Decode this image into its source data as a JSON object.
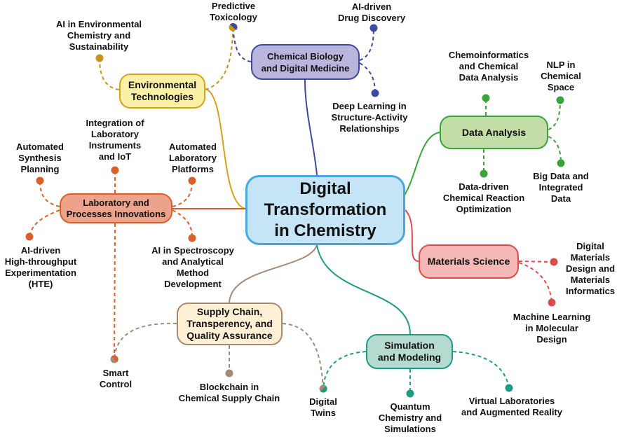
{
  "center": {
    "label": "Digital\nTransformation\nin Chemistry",
    "fill": "#c5e4f6",
    "stroke": "#4aa6de"
  },
  "branches": {
    "chem_bio": {
      "label": "Chemical Biology\nand Digital Medicine",
      "fill": "#b9b5dc",
      "stroke": "#3f4a9e",
      "leaves": [
        "AI-driven\nDrug Discovery",
        "Deep Learning in\nStructure-Activity\nRelationships"
      ]
    },
    "env": {
      "label": "Environmental\nTechnologies",
      "fill": "#fbf1a6",
      "stroke": "#d4a21b",
      "leaves": [
        "AI in Environmental\nChemistry and\nSustainability",
        "Predictive\nToxicology"
      ]
    },
    "lab": {
      "label": "Laboratory and\nProcesses Innovations",
      "fill": "#eda38b",
      "stroke": "#d9602b",
      "leaves": [
        "Automated\nSynthesis\nPlanning",
        "Integration of\nLaboratory\nInstruments\nand IoT",
        "Automated\nLaboratory\nPlatforms",
        "AI-driven\nHigh-throughput\nExperimentation\n(HTE)",
        "AI in Spectroscopy\nand Analytical\nMethod\nDevelopment",
        "Smart\nControl"
      ]
    },
    "data": {
      "label": "Data Analysis",
      "fill": "#c2dea6",
      "stroke": "#3aa43c",
      "leaves": [
        "Chemoinformatics\nand Chemical\nData Analysis",
        "NLP in\nChemical\nSpace",
        "Big Data and\nIntegrated\nData",
        "Data-driven\nChemical Reaction\nOptimization"
      ]
    },
    "materials": {
      "label": "Materials Science",
      "fill": "#f6b7b7",
      "stroke": "#dd4c4c",
      "leaves": [
        "Digital Materials\nDesign and\nMaterials\nInformatics",
        "Machine Learning\nin Molecular Design"
      ]
    },
    "supply": {
      "label": "Supply Chain,\nTransperency, and\nQuality Assurance",
      "fill": "#fdf0d5",
      "stroke": "#a58a78",
      "leaves": [
        "Blockchain in\nChemical Supply Chain",
        "Digital\nTwins"
      ]
    },
    "sim": {
      "label": "Simulation\nand Modeling",
      "fill": "#b5dbd0",
      "stroke": "#1f9b83",
      "leaves": [
        "Quantum\nChemistry and\nSimulations",
        "Virtual Laboratories\nand Augmented Reality"
      ]
    }
  }
}
